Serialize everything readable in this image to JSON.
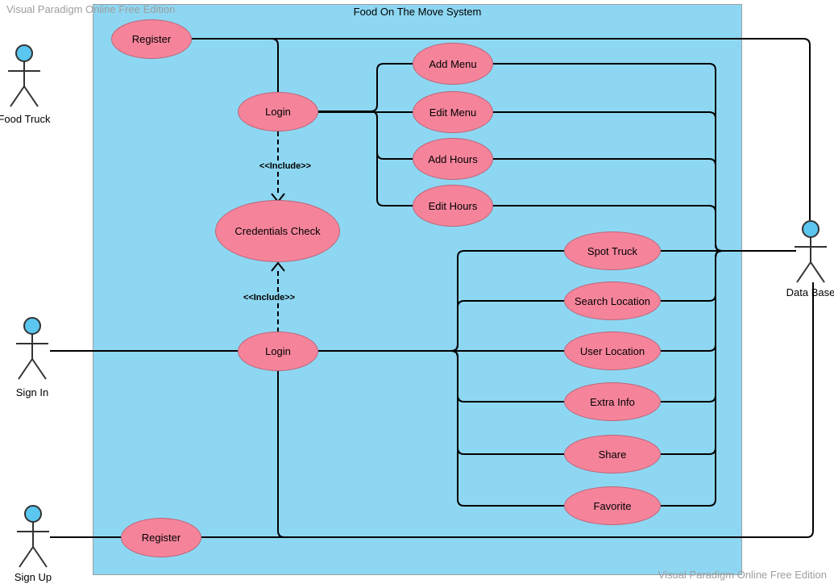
{
  "diagram": {
    "system_title": "Food On The Move System",
    "watermark_top": "Visual Paradigm Online Free Edition",
    "watermark_bottom": "Visual Paradigm Online Free Edition"
  },
  "actors": {
    "food_truck": {
      "label": "Food Truck"
    },
    "sign_in": {
      "label": "Sign In"
    },
    "sign_up": {
      "label": "Sign Up"
    },
    "data_base": {
      "label": "Data Base"
    }
  },
  "use_cases": {
    "register_top": {
      "label": "Register"
    },
    "login_top": {
      "label": "Login"
    },
    "add_menu": {
      "label": "Add Menu"
    },
    "edit_menu": {
      "label": "Edit Menu"
    },
    "add_hours": {
      "label": "Add Hours"
    },
    "edit_hours": {
      "label": "Edit Hours"
    },
    "credentials_check": {
      "label": "Credentials Check"
    },
    "login_bottom": {
      "label": "Login"
    },
    "spot_truck": {
      "label": "Spot Truck"
    },
    "search_location": {
      "label": "Search Location"
    },
    "user_location": {
      "label": "User Location"
    },
    "extra_info": {
      "label": "Extra Info"
    },
    "share": {
      "label": "Share"
    },
    "favorite": {
      "label": "Favorite"
    },
    "register_bottom": {
      "label": "Register"
    }
  },
  "stereotypes": {
    "include_top": "<<Include>>",
    "include_bottom": "<<Include>>"
  },
  "relationships": [
    {
      "from": "register_top",
      "to": "data_base",
      "type": "association"
    },
    {
      "from": "register_top",
      "to": "login_top",
      "type": "association"
    },
    {
      "from": "login_top",
      "to": "credentials_check",
      "type": "include"
    },
    {
      "from": "login_top",
      "to": "add_menu",
      "type": "association"
    },
    {
      "from": "login_top",
      "to": "edit_menu",
      "type": "association"
    },
    {
      "from": "login_top",
      "to": "add_hours",
      "type": "association"
    },
    {
      "from": "login_top",
      "to": "edit_hours",
      "type": "association"
    },
    {
      "from": "add_menu",
      "to": "data_base",
      "type": "association"
    },
    {
      "from": "edit_menu",
      "to": "data_base",
      "type": "association"
    },
    {
      "from": "add_hours",
      "to": "data_base",
      "type": "association"
    },
    {
      "from": "edit_hours",
      "to": "data_base",
      "type": "association"
    },
    {
      "from": "sign_in",
      "to": "login_bottom",
      "type": "association"
    },
    {
      "from": "login_bottom",
      "to": "credentials_check",
      "type": "include"
    },
    {
      "from": "login_bottom",
      "to": "spot_truck",
      "type": "association"
    },
    {
      "from": "login_bottom",
      "to": "search_location",
      "type": "association"
    },
    {
      "from": "login_bottom",
      "to": "user_location",
      "type": "association"
    },
    {
      "from": "login_bottom",
      "to": "extra_info",
      "type": "association"
    },
    {
      "from": "login_bottom",
      "to": "share",
      "type": "association"
    },
    {
      "from": "login_bottom",
      "to": "favorite",
      "type": "association"
    },
    {
      "from": "spot_truck",
      "to": "data_base",
      "type": "association"
    },
    {
      "from": "search_location",
      "to": "data_base",
      "type": "association"
    },
    {
      "from": "user_location",
      "to": "data_base",
      "type": "association"
    },
    {
      "from": "extra_info",
      "to": "data_base",
      "type": "association"
    },
    {
      "from": "share",
      "to": "data_base",
      "type": "association"
    },
    {
      "from": "sign_up",
      "to": "register_bottom",
      "type": "association"
    },
    {
      "from": "register_bottom",
      "to": "data_base",
      "type": "association"
    },
    {
      "from": "login_bottom",
      "to": "data_base",
      "type": "association"
    }
  ],
  "colors": {
    "system_fill": "#8ed7f2",
    "system_border": "#9aa0a6",
    "use_case_fill": "#f5849b",
    "use_case_border": "#bd6478",
    "actor_head_fill": "#5bc6f0",
    "connector": "#000000",
    "watermark": "#9e9e9e"
  }
}
